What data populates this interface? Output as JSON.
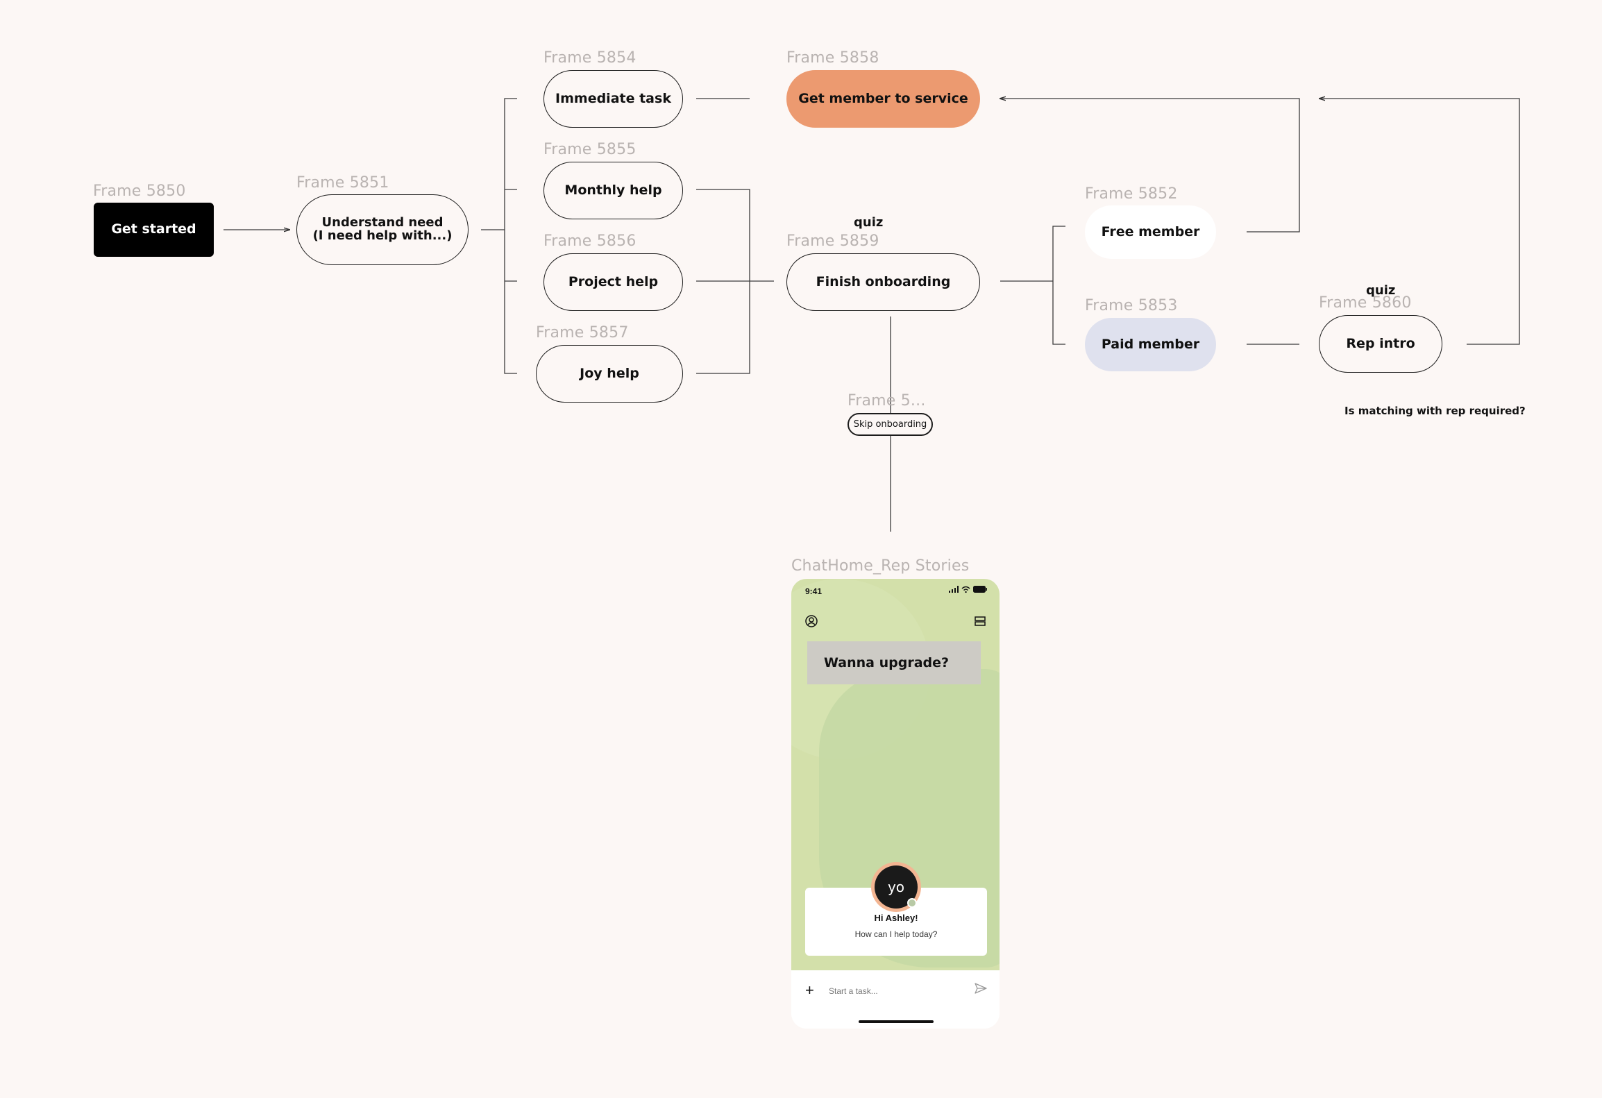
{
  "labels": {
    "f5850": "Frame 5850",
    "f5851": "Frame 5851",
    "f5854": "Frame 5854",
    "f5855": "Frame 5855",
    "f5856": "Frame 5856",
    "f5857": "Frame 5857",
    "f5858": "Frame 5858",
    "f5859": "Frame 5859",
    "f5852": "Frame 5852",
    "f5853": "Frame 5853",
    "f5860": "Frame 5860",
    "f5skip": "Frame 5...",
    "chathome": "ChatHome_Rep Stories"
  },
  "nodes": {
    "get_started": "Get started",
    "understand_need": "Understand need\n(I need help with...)",
    "immediate_task": "Immediate task",
    "monthly_help": "Monthly help",
    "project_help": "Project help",
    "joy_help": "Joy help",
    "get_member_to_service": "Get member to  service",
    "finish_onboarding": "Finish onboarding",
    "free_member": "Free member",
    "paid_member": "Paid member",
    "rep_intro": "Rep intro",
    "skip_onboarding": "Skip onboarding"
  },
  "notes": {
    "quiz_finish": "quiz",
    "quiz_rep": "quiz",
    "matching_question": "Is matching with rep required?"
  },
  "phone": {
    "time": "9:41",
    "banner": "Wanna upgrade?",
    "avatar_text": "yo",
    "greeting": "Hi Ashley!",
    "subtext": "How can I help today?",
    "input_placeholder": "Start a task..."
  },
  "colors": {
    "background": "#fcf7f5",
    "start_node": "#000000",
    "service_node": "#ec9a70",
    "free_node": "#ffffff",
    "paid_node": "#dfe1ee",
    "phone_bg": "#d3e0aa",
    "avatar_ring": "#f3b592"
  },
  "icons": [
    "profile-icon",
    "menu-icon",
    "plus-icon",
    "send-icon",
    "signal-icon",
    "wifi-icon",
    "battery-icon"
  ]
}
